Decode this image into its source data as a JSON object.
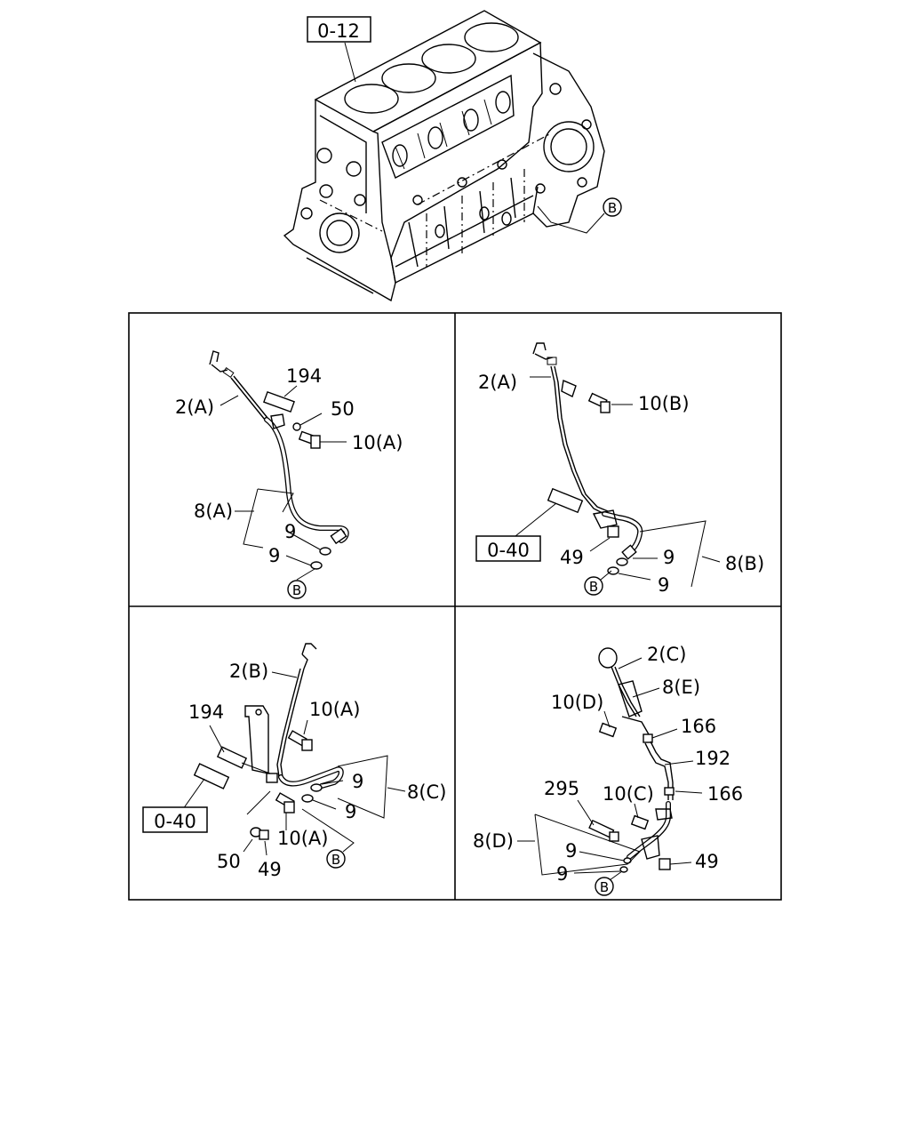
{
  "ref_boxes": {
    "top": "0-12",
    "panel_b": "0-40",
    "panel_c": "0-40"
  },
  "marker": "B",
  "panel_a": {
    "dipstick": "2(A)",
    "clip": "194",
    "washer": "50",
    "bolt": "10(A)",
    "tube": "8(A)",
    "oring1": "9",
    "oring2": "9"
  },
  "panel_b": {
    "dipstick": "2(A)",
    "bolt": "10(B)",
    "nut": "49",
    "oring1": "9",
    "oring2": "9",
    "tube": "8(B)"
  },
  "panel_c": {
    "dipstick": "2(B)",
    "clip": "194",
    "bolt_upper": "10(A)",
    "oring1": "9",
    "oring2": "9",
    "tube": "8(C)",
    "bolt_lower": "10(A)",
    "washer": "50",
    "nut": "49"
  },
  "panel_d": {
    "dipstick": "2(C)",
    "guide": "8(E)",
    "bolt_d": "10(D)",
    "clamp_upper": "166",
    "hose": "192",
    "clamp_lower": "166",
    "stud": "295",
    "bolt_c": "10(C)",
    "tube": "8(D)",
    "oring1": "9",
    "oring2": "9",
    "nut": "49"
  }
}
